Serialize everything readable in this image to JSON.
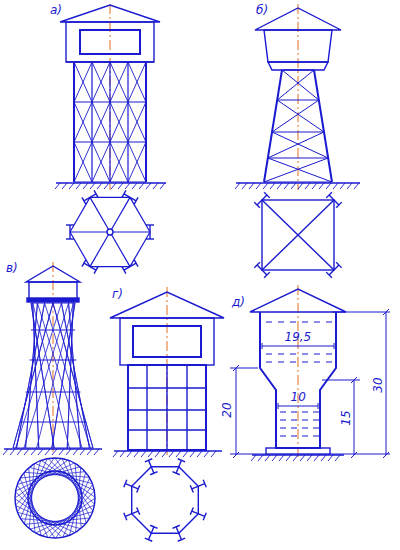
{
  "diagram": {
    "labels": [
      "а)",
      "б)",
      "в)",
      "г)",
      "д)",
      "19,5",
      "10",
      "20",
      "15",
      "30"
    ]
  }
}
